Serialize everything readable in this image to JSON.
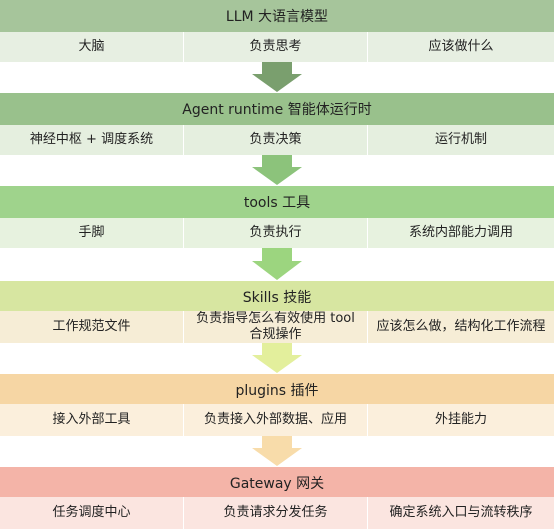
{
  "layers": [
    {
      "title": "LLM  大语言模型",
      "cells": [
        "大脑",
        "负责思考",
        "应该做什么"
      ],
      "header_color": "#a6c59b",
      "row_color": "#e7efe2",
      "arrow_color": "#7a9f6e"
    },
    {
      "title": "Agent runtime  智能体运行时",
      "cells": [
        "神经中枢 + 调度系统",
        "负责决策",
        "运行机制"
      ],
      "header_color": "#99c18c",
      "row_color": "#e5efdf",
      "arrow_color": "#8cc37b"
    },
    {
      "title": "tools  工具",
      "cells": [
        "手脚",
        "负责执行",
        "系统内部能力调用"
      ],
      "header_color": "#9fd38c",
      "row_color": "#e7f2df",
      "arrow_color": "#9cd57f"
    },
    {
      "title": "Skills  技能",
      "cells": [
        "工作规范文件",
        "负责指导怎么有效使用 tool 合规操作",
        "应该怎么做，结构化工作流程"
      ],
      "header_color": "#d7e6a1",
      "row_color": "#f6edd6",
      "arrow_color": "#e3ef9c"
    },
    {
      "title": "plugins   插件",
      "cells": [
        "接入外部工具",
        "负责接入外部数据、应用",
        "外挂能力"
      ],
      "header_color": "#f6d6a4",
      "row_color": "#fbefdc",
      "arrow_color": "#f8dcaa"
    },
    {
      "title": "Gateway  网关",
      "cells": [
        "任务调度中心",
        "负责请求分发任务",
        "确定系统入口与流转秩序"
      ],
      "header_color": "#f4b4a8",
      "row_color": "#fbe5e0",
      "arrow_color": ""
    }
  ]
}
